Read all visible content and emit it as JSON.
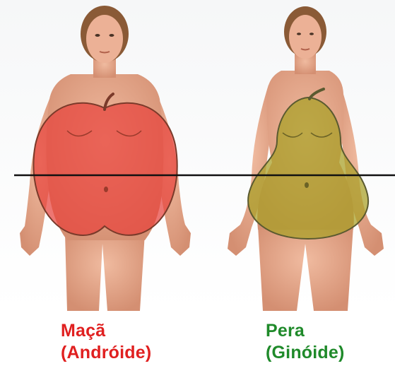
{
  "figures": [
    {
      "id": "apple",
      "name": "Maçã",
      "type": "(Andróide)",
      "color": "#e02020",
      "overlay_fill": "#e8423c",
      "overlay_stroke": "#7a3a2a"
    },
    {
      "id": "pear",
      "name": "Pera",
      "type": "(Ginóide)",
      "color": "#1f8a2a",
      "overlay_fill": "#a7a024",
      "overlay_stroke": "#5a5a30"
    }
  ],
  "colors": {
    "skin": "#e2a58a",
    "skin_shadow": "#c9846a",
    "hair": "#8a5a36",
    "waist_line": "#111111",
    "background": "#ffffff"
  }
}
